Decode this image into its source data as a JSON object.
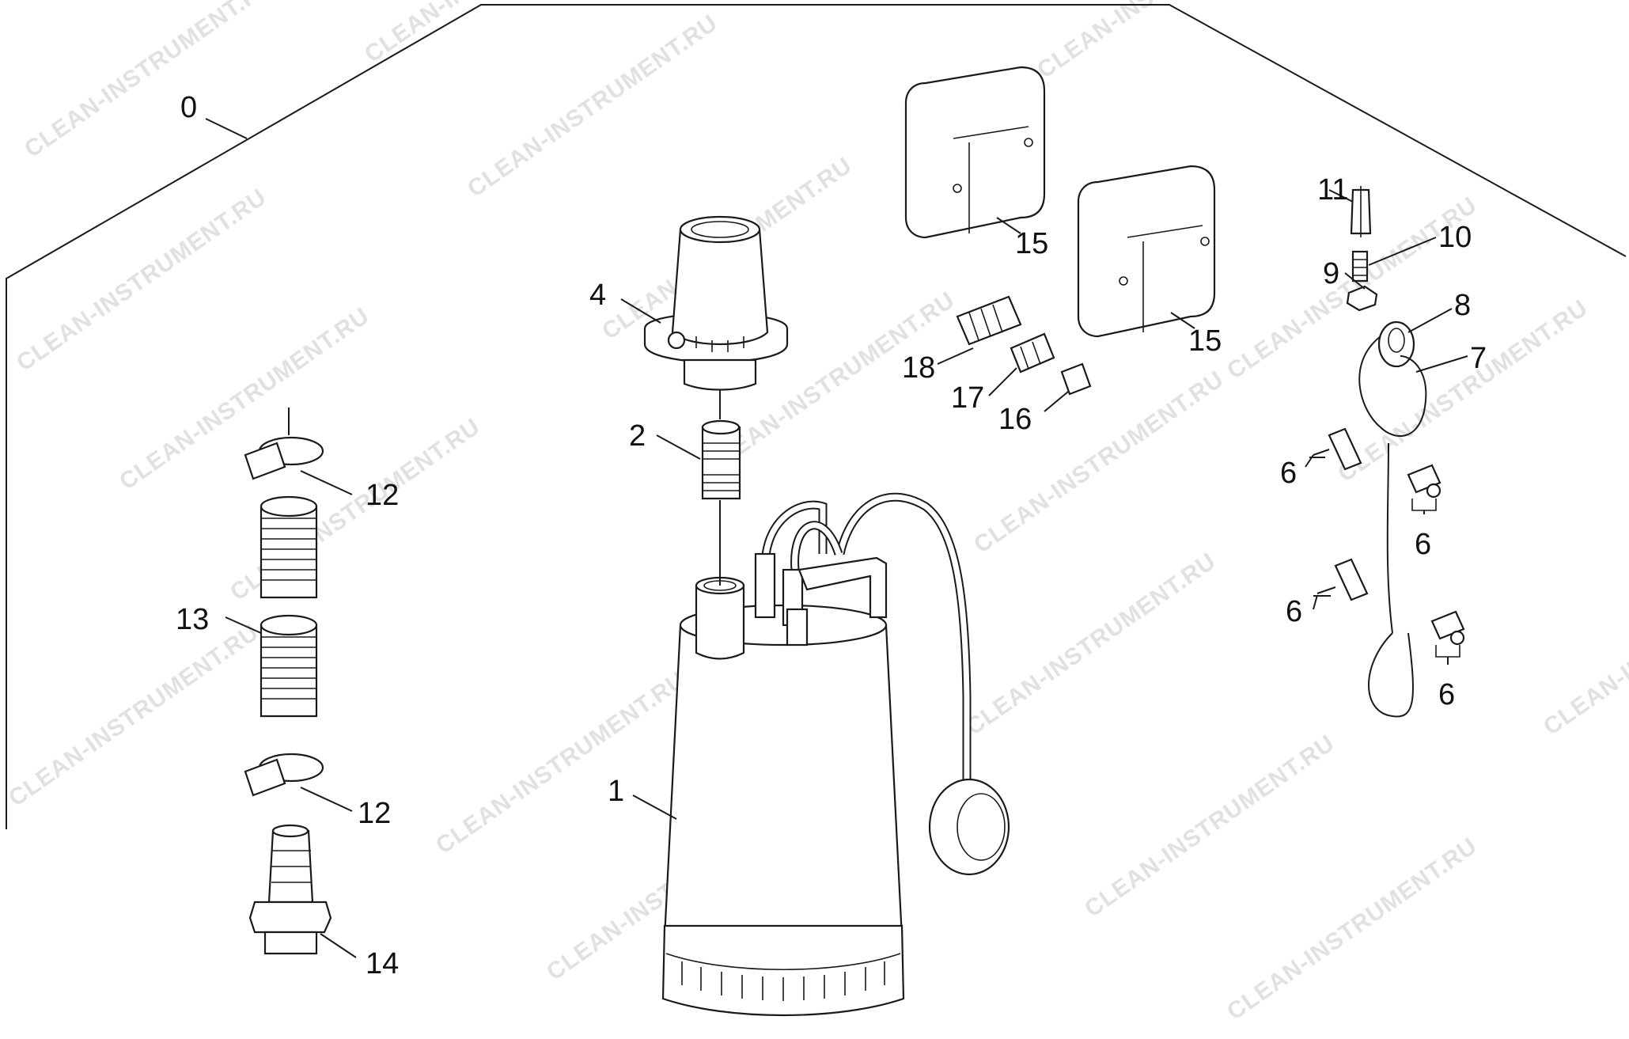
{
  "diagram": {
    "watermark": "CLEAN-INSTRUMENT.RU",
    "callouts": {
      "c0": "0",
      "c1": "1",
      "c2": "2",
      "c4": "4",
      "c6a": "6",
      "c6b": "6",
      "c6c": "6",
      "c6d": "6",
      "c7": "7",
      "c8": "8",
      "c9": "9",
      "c10": "10",
      "c11": "11",
      "c12a": "12",
      "c12b": "12",
      "c13": "13",
      "c14": "14",
      "c15a": "15",
      "c15b": "15",
      "c16": "16",
      "c17": "17",
      "c18": "18"
    }
  }
}
